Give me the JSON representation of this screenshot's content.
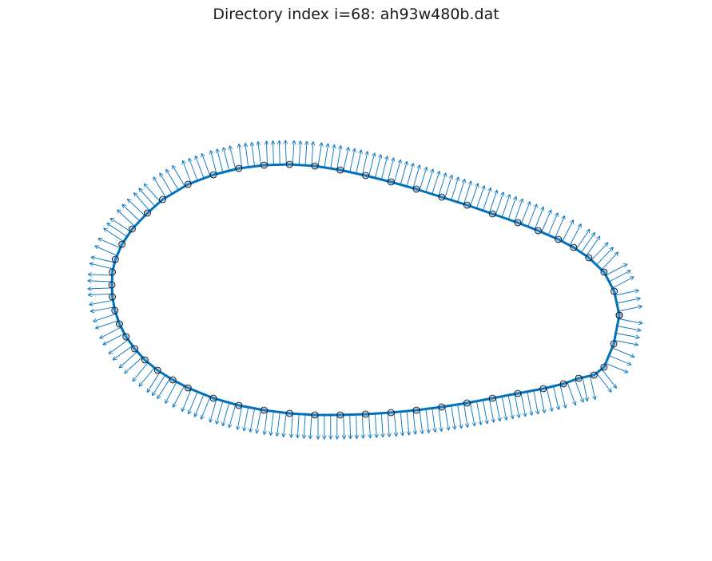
{
  "chart_data": {
    "type": "line",
    "title": "Directory index i=68: ah93w480b.dat",
    "xlabel": "",
    "ylabel": "",
    "axes_visible": false,
    "grid": false,
    "legend": "none",
    "x_range": [
      -0.02,
      1.02
    ],
    "y_range": [
      -0.26,
      0.24
    ],
    "line_color": "#0072BD",
    "quiver_color": "#0072BD",
    "marker_edge_color": "#000000",
    "markers": "circle",
    "normal_vectors": "outward unit normals drawn at each panel midpoint",
    "series": [
      {
        "x": [
          1.0,
          0.989,
          0.97,
          0.95,
          0.92,
          0.89,
          0.85,
          0.8,
          0.75,
          0.7,
          0.65,
          0.6,
          0.55,
          0.5,
          0.45,
          0.4,
          0.35,
          0.3,
          0.25,
          0.2,
          0.15,
          0.12,
          0.09,
          0.065,
          0.045,
          0.028,
          0.015,
          0.006,
          0.001,
          0.0,
          0.001,
          0.007,
          0.02,
          0.04,
          0.07,
          0.1,
          0.15,
          0.2,
          0.25,
          0.3,
          0.35,
          0.4,
          0.45,
          0.5,
          0.55,
          0.6,
          0.65,
          0.7,
          0.75,
          0.8,
          0.84,
          0.88,
          0.91,
          0.94,
          0.97,
          0.99,
          1.0
        ],
        "y": [
          -0.05,
          -0.086,
          -0.115,
          -0.125,
          -0.129,
          -0.136,
          -0.142,
          -0.148,
          -0.154,
          -0.16,
          -0.165,
          -0.169,
          -0.172,
          -0.174,
          -0.175,
          -0.175,
          -0.173,
          -0.169,
          -0.163,
          -0.154,
          -0.141,
          -0.131,
          -0.119,
          -0.106,
          -0.092,
          -0.077,
          -0.061,
          -0.044,
          -0.027,
          -0.012,
          0.004,
          0.02,
          0.039,
          0.058,
          0.078,
          0.095,
          0.114,
          0.126,
          0.134,
          0.138,
          0.139,
          0.137,
          0.132,
          0.125,
          0.117,
          0.108,
          0.098,
          0.088,
          0.077,
          0.066,
          0.056,
          0.045,
          0.035,
          0.022,
          0.004,
          -0.02,
          -0.05
        ]
      }
    ]
  }
}
